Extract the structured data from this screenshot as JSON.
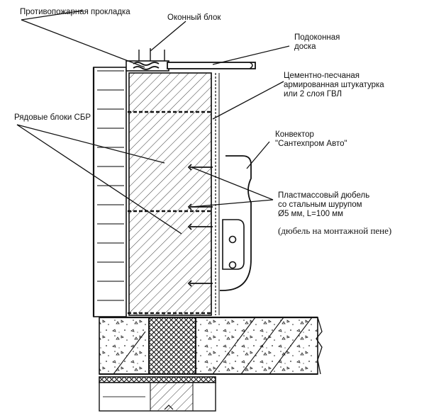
{
  "labels": {
    "fire_gasket": "Противопожарная прокладка",
    "window_block": "Оконный блок",
    "sill_board": [
      "Подоконная",
      "доска"
    ],
    "plaster": [
      "Цементно-песчаная",
      "армированная штукатурка",
      "или 2 слоя ГВЛ"
    ],
    "row_blocks": "Рядовые блоки СБР",
    "convector": [
      "Конвектор",
      "\"Сантехпром Авто\""
    ],
    "dowel": [
      "Пластмассовый дюбель",
      "со стальным шурупом",
      "Ø5 мм, L=100 мм"
    ],
    "dowel_note": "(дюбель на монтажной пене)"
  }
}
